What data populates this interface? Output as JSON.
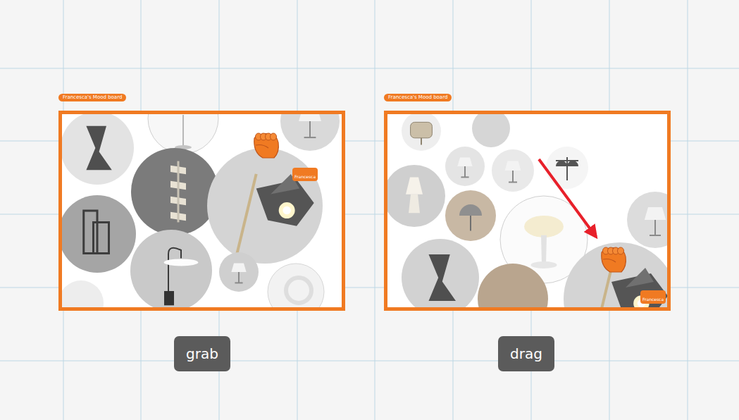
{
  "diagram": {
    "nodes": [
      {
        "text": [
          "Francesca's Mood board"
        ]
      },
      {
        "text": [
          "Francesca"
        ],
        "in": 0
      },
      {
        "text": [
          "Francesca's Mood board"
        ]
      },
      {
        "text": [
          "Francesca"
        ],
        "in": 2
      },
      {
        "text": [
          "grab"
        ]
      },
      {
        "text": [
          "drag"
        ]
      }
    ]
  }
}
